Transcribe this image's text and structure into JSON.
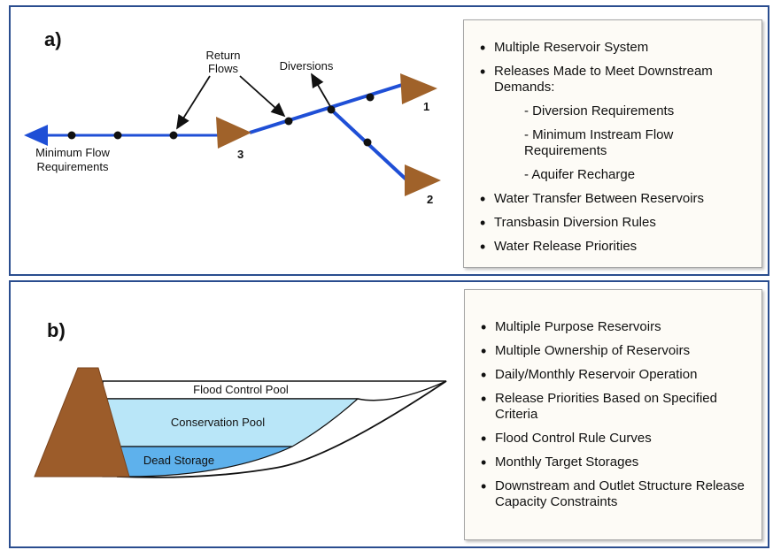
{
  "panel_a": {
    "letter": "a)",
    "labels": {
      "return_flows_line1": "Return",
      "return_flows_line2": "Flows",
      "diversions": "Diversions",
      "min_flow_line1": "Minimum Flow",
      "min_flow_line2": "Requirements",
      "reservoir_1": "1",
      "reservoir_2": "2",
      "reservoir_3": "3"
    },
    "bullets": [
      {
        "text": "Multiple Reservoir System",
        "level": 0
      },
      {
        "text": "Releases Made to Meet Downstream Demands:",
        "level": 0
      },
      {
        "text": "- Diversion Requirements",
        "level": 1
      },
      {
        "text": "- Minimum Instream Flow Requirements",
        "level": 1
      },
      {
        "text": "- Aquifer Recharge",
        "level": 1
      },
      {
        "text": "Water Transfer Between Reservoirs",
        "level": 0
      },
      {
        "text": "Transbasin Diversion Rules",
        "level": 0
      },
      {
        "text": "Water Release Priorities",
        "level": 0
      }
    ]
  },
  "panel_b": {
    "letter": "b)",
    "pools": {
      "flood": "Flood Control Pool",
      "conservation": "Conservation Pool",
      "dead": "Dead Storage"
    },
    "bullets": [
      {
        "text": "Multiple Purpose Reservoirs",
        "level": 0
      },
      {
        "text": "Multiple Ownership of Reservoirs",
        "level": 0
      },
      {
        "text": "Daily/Monthly Reservoir Operation",
        "level": 0
      },
      {
        "text": "Release Priorities Based on Specified Criteria",
        "level": 0
      },
      {
        "text": "Flood Control Rule Curves",
        "level": 0
      },
      {
        "text": "Monthly Target Storages",
        "level": 0
      },
      {
        "text": "Downstream and Outlet Structure Release Capacity Constraints",
        "level": 0
      }
    ]
  },
  "colors": {
    "panel_border": "#2a4d8f",
    "river": "#1f4fd6",
    "reservoir": "#a0622a",
    "dam": "#9c5c2a",
    "flood_pool": "#ffffff",
    "conservation_pool": "#b9e6f8",
    "dead_storage": "#5eb1ec"
  }
}
